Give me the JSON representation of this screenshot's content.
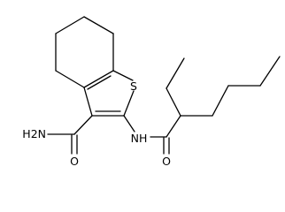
{
  "atom_labels": {
    "sulfur": "S",
    "amide_n": "H2N",
    "amide_o": "O",
    "nh": "NH",
    "acyl_o": "O"
  }
}
